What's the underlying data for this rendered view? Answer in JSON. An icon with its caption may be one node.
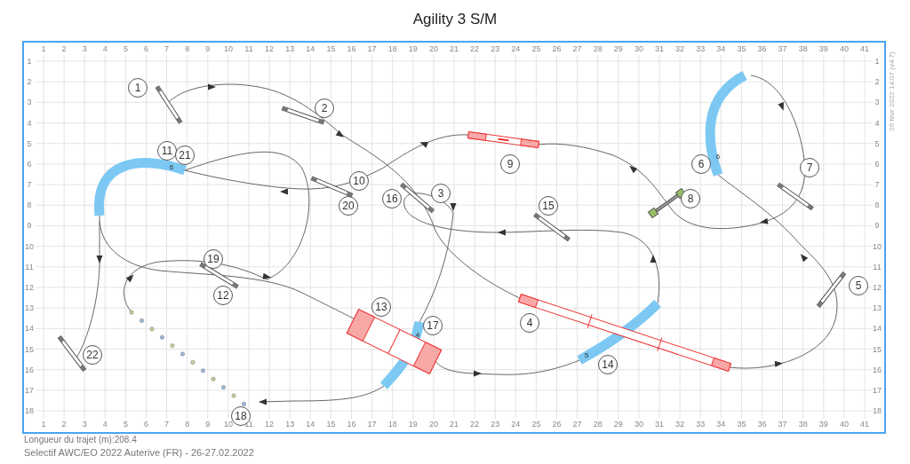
{
  "diagram": {
    "title": "Agility 3 S/M",
    "nodes": [
      {
        "text": [
          "1"
        ]
      },
      {
        "text": [
          "2"
        ]
      },
      {
        "text": [
          "3"
        ]
      },
      {
        "text": [
          "4"
        ]
      },
      {
        "text": [
          "5"
        ]
      },
      {
        "text": [
          "6"
        ]
      },
      {
        "text": [
          "7"
        ]
      },
      {
        "text": [
          "8"
        ]
      },
      {
        "text": [
          "9"
        ]
      },
      {
        "text": [
          "10"
        ]
      },
      {
        "text": [
          "11"
        ]
      },
      {
        "text": [
          "12"
        ]
      },
      {
        "text": [
          "13"
        ]
      },
      {
        "text": [
          "14"
        ]
      },
      {
        "text": [
          "15"
        ]
      },
      {
        "text": [
          "16"
        ]
      },
      {
        "text": [
          "17"
        ]
      },
      {
        "text": [
          "18"
        ]
      },
      {
        "text": [
          "19"
        ]
      },
      {
        "text": [
          "20"
        ]
      },
      {
        "text": [
          "21"
        ]
      },
      {
        "text": [
          "22"
        ]
      }
    ],
    "labels": [
      "1",
      "2",
      "3",
      "4",
      "5",
      "6",
      "7",
      "8",
      "9",
      "10",
      "11",
      "12",
      "13",
      "14",
      "15",
      "16",
      "17",
      "18",
      "19",
      "20",
      "21",
      "22",
      "23",
      "24",
      "25",
      "26",
      "27",
      "28",
      "29",
      "30",
      "31",
      "32",
      "33",
      "34",
      "35",
      "36",
      "37",
      "38",
      "39",
      "40",
      "41",
      "1",
      "2",
      "3",
      "4",
      "5",
      "6",
      "7",
      "8",
      "9",
      "10",
      "11",
      "12",
      "13",
      "14",
      "15",
      "16",
      "17",
      "18",
      "19",
      "20",
      "21",
      "22",
      "23",
      "24",
      "25",
      "26",
      "27",
      "28",
      "29",
      "30",
      "31",
      "32",
      "33",
      "34",
      "35",
      "36",
      "37",
      "38",
      "39",
      "40",
      "41",
      "1",
      "2",
      "3",
      "4",
      "5",
      "6",
      "7",
      "8",
      "9",
      "10",
      "11",
      "12",
      "13",
      "14",
      "15",
      "16",
      "17",
      "18",
      "1",
      "2",
      "3",
      "4",
      "5",
      "6",
      "7",
      "8",
      "9",
      "10",
      "11",
      "12",
      "13",
      "14",
      "15",
      "16",
      "17",
      "18",
      "6",
      "6",
      "4",
      "5",
      "26 févr 2022 14:07 (v4.7)",
      "Longueur du trajet (m):208.4",
      "Selectif AWC/EO 2022 Auterive (FR) - 26-27.02.2022"
    ]
  }
}
